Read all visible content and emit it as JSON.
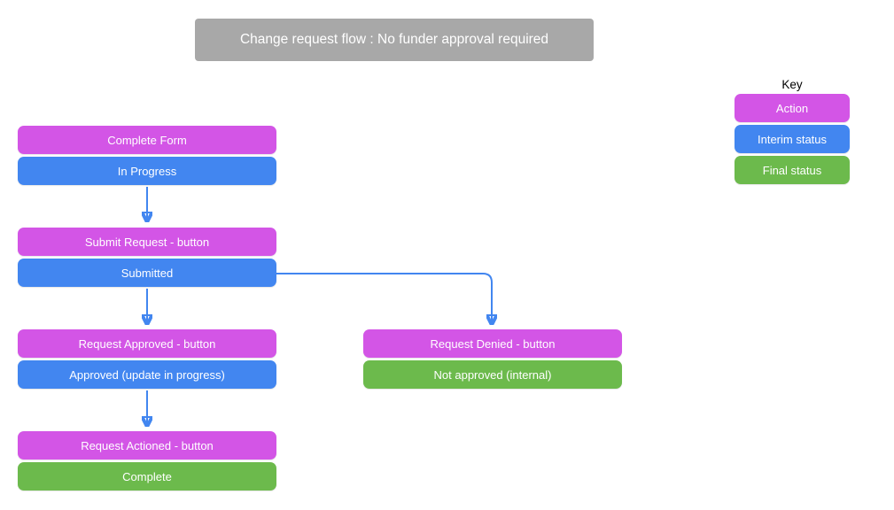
{
  "title": "Change request flow : No funder approval required",
  "key": {
    "label": "Key",
    "items": [
      {
        "label": "Action",
        "type": "action"
      },
      {
        "label": "Interim status",
        "type": "interim"
      },
      {
        "label": "Final status",
        "type": "final"
      }
    ]
  },
  "flow": {
    "steps": [
      {
        "action": "Complete Form",
        "action_type": "action",
        "status": "In Progress",
        "status_type": "interim"
      },
      {
        "action": "Submit Request - button",
        "action_type": "action",
        "status": "Submitted",
        "status_type": "interim"
      },
      {
        "action": "Request Approved - button",
        "action_type": "action",
        "status": "Approved (update in progress)",
        "status_type": "interim"
      },
      {
        "action": "Request Actioned - button",
        "action_type": "action",
        "status": "Complete",
        "status_type": "final"
      }
    ],
    "branch": {
      "action": "Request Denied - button",
      "action_type": "action",
      "status": "Not approved (internal)",
      "status_type": "final"
    }
  },
  "colors": {
    "action": "#d355e6",
    "interim": "#4286f0",
    "final": "#6cba4c",
    "title_bg": "#a8a8a8",
    "arrow": "#4286f0",
    "text": "#ffffff",
    "key_label": "#000000"
  }
}
